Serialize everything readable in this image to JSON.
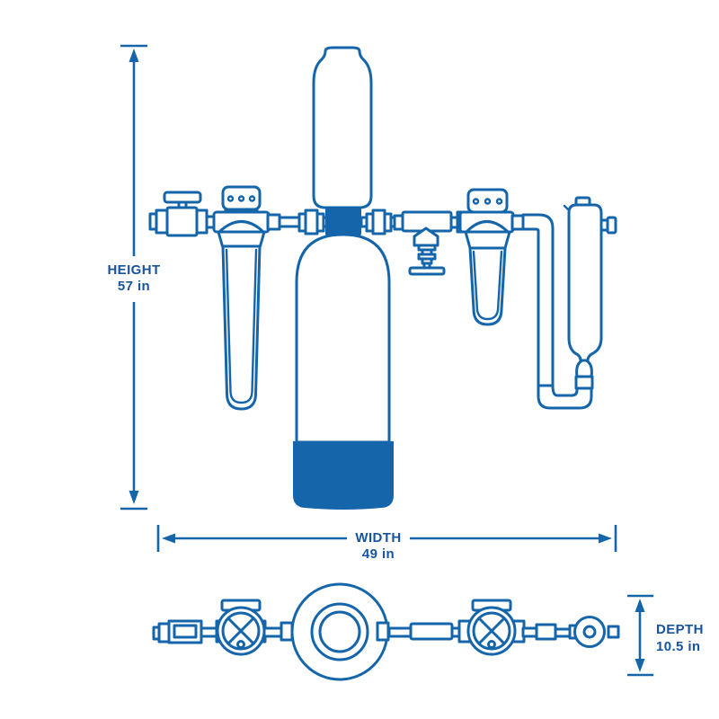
{
  "colors": {
    "line": "#1565AB",
    "text": "#17549C",
    "background": "#FFFFFF"
  },
  "dimensions": {
    "height": {
      "label": "HEIGHT",
      "value": "57 in"
    },
    "width": {
      "label": "WIDTH",
      "value": "49 in"
    },
    "depth": {
      "label": "DEPTH",
      "value": "10.5 in"
    }
  }
}
